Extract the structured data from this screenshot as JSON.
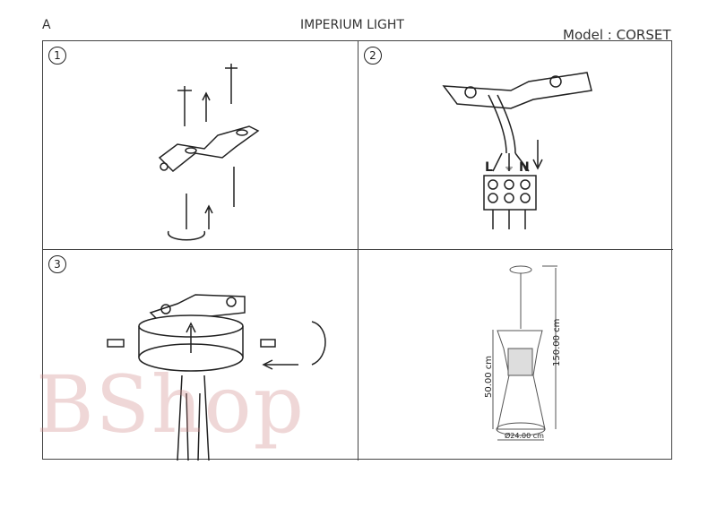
{
  "header": {
    "corner": "A",
    "brand": "IMPERIUM LIGHT",
    "model": "Model : CORSET"
  },
  "steps": [
    {
      "num": "1"
    },
    {
      "num": "2",
      "terminals": [
        "L",
        "⏚",
        "N"
      ]
    },
    {
      "num": "3"
    },
    {
      "num": "",
      "dims": {
        "height_total": "150.00 cm",
        "height_shade": "50.00 cm",
        "diameter": "Ø24.00 cm"
      }
    }
  ],
  "watermark": "BShop"
}
